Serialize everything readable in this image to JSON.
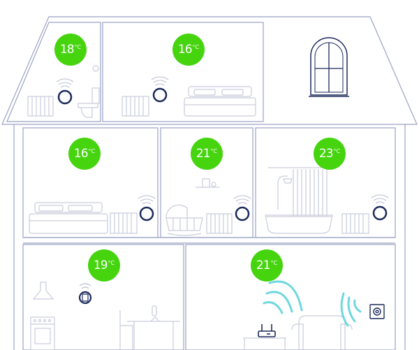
{
  "colors": {
    "outline": "#9aa2c4",
    "furniture": "#c9ccdc",
    "thermostat": "#1b2a5c",
    "badge": "#45d40e",
    "wave": "#6fd7df",
    "wave_dark": "#b8bed3"
  },
  "icons": {
    "thermostat": "thermostat-ring-icon",
    "signal": "wifi-signal-icon",
    "router": "router-icon",
    "gateway": "wall-gateway-icon"
  },
  "rooms": [
    {
      "id": "attic-bathroom",
      "temp_value": "18",
      "temp_unit": "°C"
    },
    {
      "id": "attic-bedroom",
      "temp_value": "16",
      "temp_unit": "°C"
    },
    {
      "id": "bedroom",
      "temp_value": "16",
      "temp_unit": "°C"
    },
    {
      "id": "nursery",
      "temp_value": "21",
      "temp_unit": "°C"
    },
    {
      "id": "bathroom",
      "temp_value": "23",
      "temp_unit": "°C"
    },
    {
      "id": "kitchen",
      "temp_value": "19",
      "temp_unit": "°C"
    },
    {
      "id": "living-room",
      "temp_value": "21",
      "temp_unit": "°C"
    }
  ]
}
